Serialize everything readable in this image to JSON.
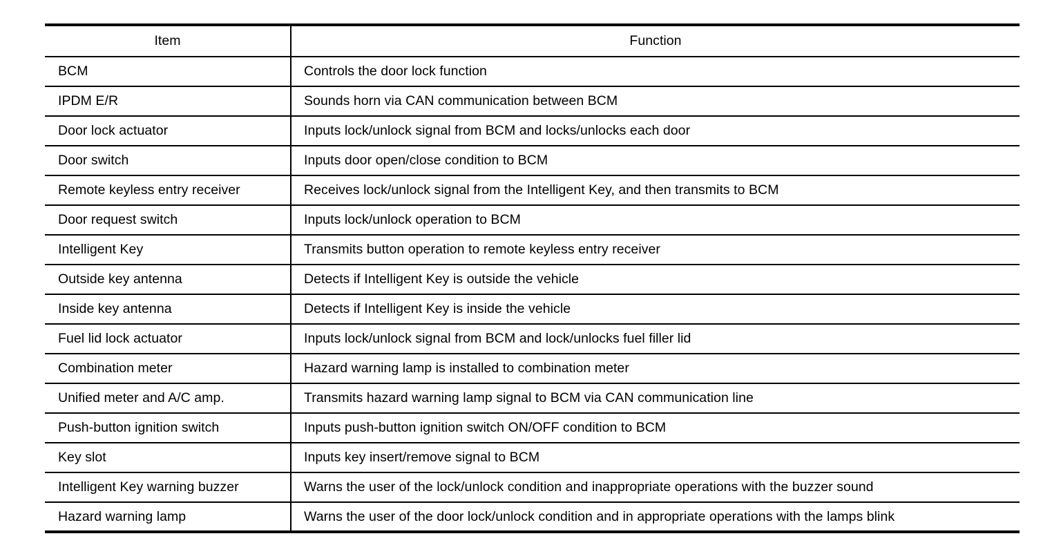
{
  "table": {
    "columns": [
      {
        "key": "item",
        "label": "Item",
        "align": "center"
      },
      {
        "key": "function",
        "label": "Function",
        "align": "center"
      }
    ],
    "rows": [
      {
        "item": "BCM",
        "function": "Controls the door lock function"
      },
      {
        "item": "IPDM E/R",
        "function": "Sounds horn via CAN communication between BCM"
      },
      {
        "item": "Door lock actuator",
        "function": "Inputs lock/unlock signal from BCM and locks/unlocks each door"
      },
      {
        "item": "Door switch",
        "function": "Inputs door open/close condition to BCM"
      },
      {
        "item": "Remote keyless entry receiver",
        "function": "Receives lock/unlock signal from the Intelligent Key, and then transmits to BCM"
      },
      {
        "item": "Door request switch",
        "function": "Inputs lock/unlock operation to BCM"
      },
      {
        "item": "Intelligent Key",
        "function": "Transmits button operation to remote keyless entry receiver"
      },
      {
        "item": "Outside key antenna",
        "function": "Detects if Intelligent Key is outside the vehicle"
      },
      {
        "item": "Inside key antenna",
        "function": "Detects if Intelligent Key is inside the vehicle"
      },
      {
        "item": "Fuel lid lock actuator",
        "function": "Inputs lock/unlock signal from BCM and lock/unlocks fuel filler lid"
      },
      {
        "item": "Combination meter",
        "function": "Hazard warning lamp is installed to combination meter"
      },
      {
        "item": "Unified meter and A/C amp.",
        "function": "Transmits hazard warning lamp signal to BCM via CAN communication line"
      },
      {
        "item": "Push-button ignition switch",
        "function": "Inputs push-button ignition switch ON/OFF condition to BCM"
      },
      {
        "item": "Key slot",
        "function": "Inputs key insert/remove signal to BCM"
      },
      {
        "item": "Intelligent Key warning buzzer",
        "function": "Warns the user of the lock/unlock condition and inappropriate operations with the buzzer sound"
      },
      {
        "item": "Hazard warning lamp",
        "function": "Warns the user of the door lock/unlock condition and in appropriate operations with the lamps blink"
      }
    ]
  },
  "colors": {
    "text": "#000000",
    "background": "#ffffff",
    "rule": "#000000"
  }
}
